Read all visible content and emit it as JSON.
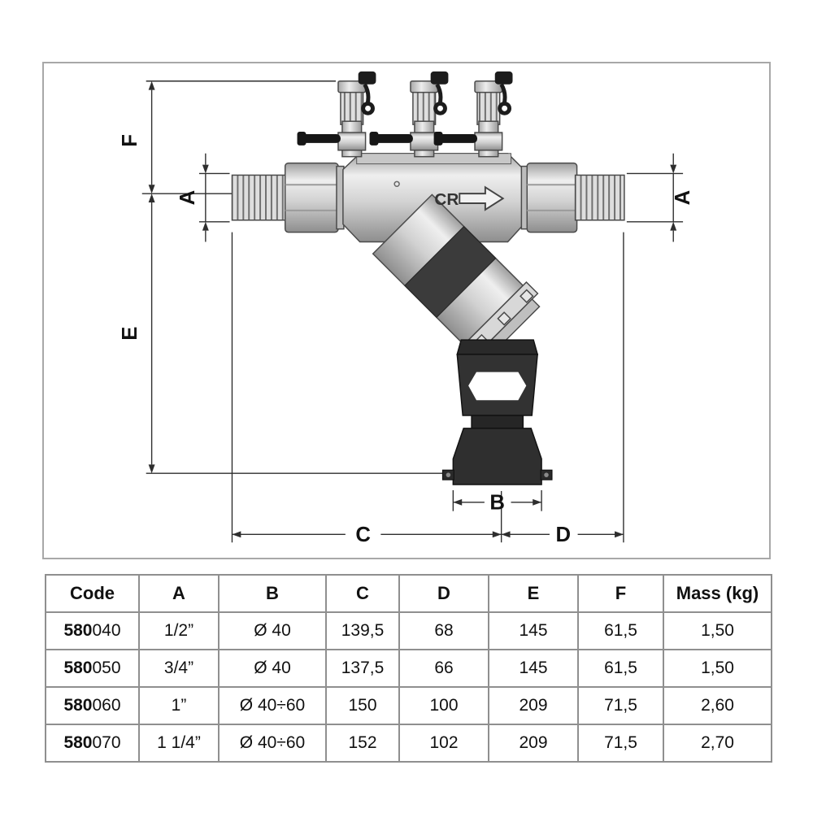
{
  "drawing": {
    "labels": {
      "f": "F",
      "a_left": "A",
      "e": "E",
      "a_right": "A",
      "b": "B",
      "c": "C",
      "d": "D"
    },
    "body_mark": "CR",
    "flow_arrow_icon": "right-arrow",
    "description": "Backflow preventer valve dimensional drawing with three test ports, union connections, diagonal check cartridge and discharge funnel"
  },
  "table": {
    "headers": [
      "Code",
      "A",
      "B",
      "C",
      "D",
      "E",
      "F",
      "Mass (kg)"
    ],
    "rows": [
      {
        "code_prefix": "580",
        "code_suffix": "040",
        "a": "1/2”",
        "b": "Ø 40",
        "c": "139,5",
        "d": "68",
        "e": "145",
        "f": "61,5",
        "mass": "1,50"
      },
      {
        "code_prefix": "580",
        "code_suffix": "050",
        "a": "3/4”",
        "b": "Ø 40",
        "c": "137,5",
        "d": "66",
        "e": "145",
        "f": "61,5",
        "mass": "1,50"
      },
      {
        "code_prefix": "580",
        "code_suffix": "060",
        "a": "1”",
        "b": "Ø 40÷60",
        "c": "150",
        "d": "100",
        "e": "209",
        "f": "71,5",
        "mass": "2,60"
      },
      {
        "code_prefix": "580",
        "code_suffix": "070",
        "a": "1 1/4”",
        "b": "Ø 40÷60",
        "c": "152",
        "d": "102",
        "e": "209",
        "f": "71,5",
        "mass": "2,70"
      }
    ]
  }
}
